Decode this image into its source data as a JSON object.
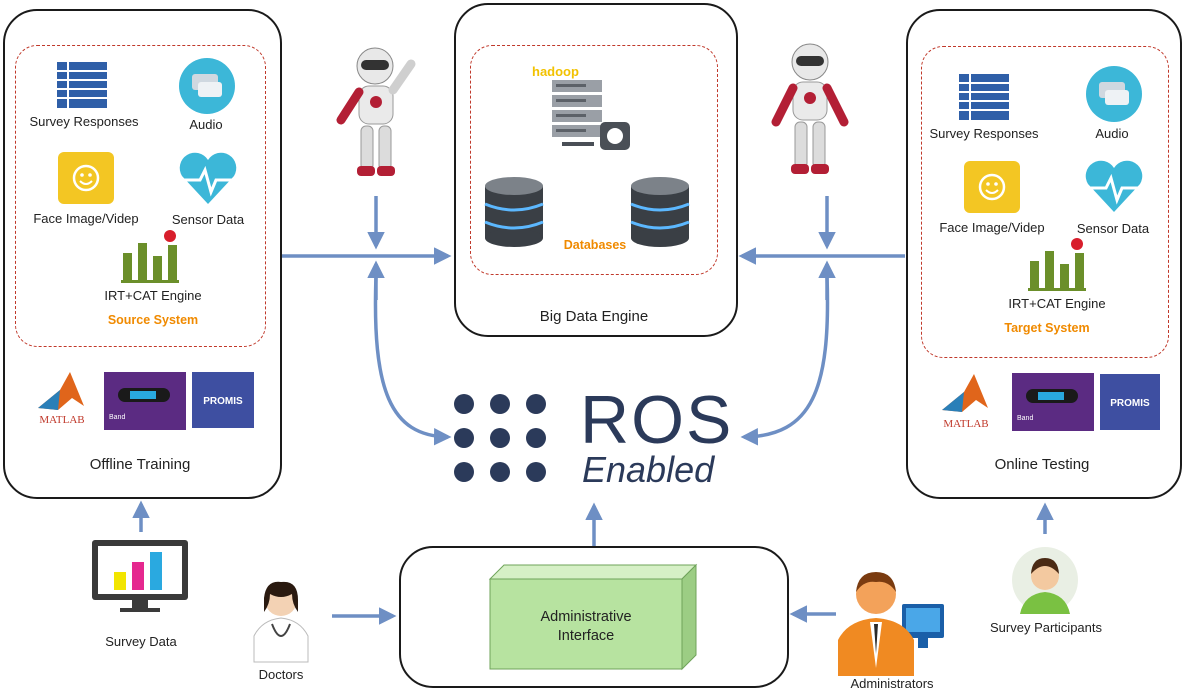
{
  "left_panel": {
    "survey_responses": "Survey Responses",
    "audio": "Audio",
    "face_image": "Face Image/Videp",
    "sensor_data": "Sensor Data",
    "engine": "IRT+CAT Engine",
    "system": "Source System",
    "title": "Offline Training",
    "logos": {
      "matlab": "MATLAB",
      "band": "Band",
      "promis": "PROMIS"
    }
  },
  "center_panel": {
    "hadoop": "hadoop",
    "databases": "Databases",
    "title": "Big Data Engine"
  },
  "right_panel": {
    "survey_responses": "Survey Responses",
    "audio": "Audio",
    "face_image": "Face Image/Videp",
    "sensor_data": "Sensor Data",
    "engine": "IRT+CAT Engine",
    "system": "Target System",
    "title": "Online Testing",
    "logos": {
      "matlab": "MATLAB",
      "band": "Band",
      "promis": "PROMIS"
    }
  },
  "ros": {
    "word": "ROS",
    "sub": "Enabled"
  },
  "admin": {
    "line1": "Administrative",
    "line2": "Interface"
  },
  "actors": {
    "survey_data": "Survey Data",
    "doctors": "Doctors",
    "administrators": "Administrators",
    "survey_participants": "Survey Participants"
  },
  "colors": {
    "arrow": "#6e8fc4",
    "dash": "#c0392b",
    "orange": "#f08a00",
    "icon_blue": "#2f5fa8",
    "cyan": "#3cb7d8",
    "green": "#6b8f2a",
    "ros": "#2b3a5a",
    "admin_box": "#b7e3a0"
  }
}
